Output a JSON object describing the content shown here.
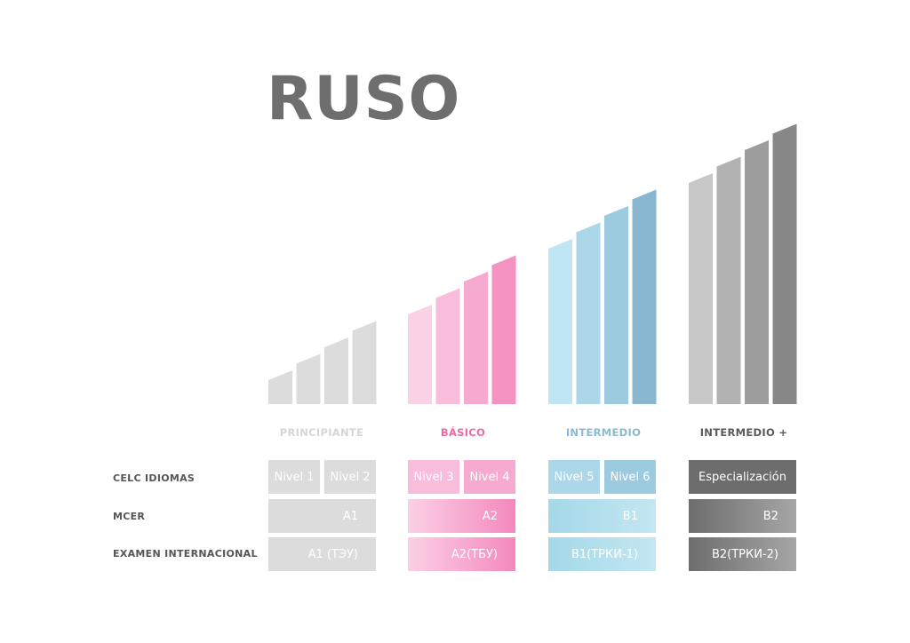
{
  "title": "RUSO",
  "title_color": "#6e6e6e",
  "row_labels": {
    "celc": "CELC IDIOMAS",
    "mcer": "MCER",
    "exam": "EXAMEN INTERNACIONAL"
  },
  "levels": [
    {
      "name": "PRINCIPIANTE",
      "label_color": "#d6d6d6",
      "bar_colors": [
        "#dcdcdc",
        "#dcdcdc",
        "#dcdcdc",
        "#dcdcdc"
      ],
      "celc": [
        "Nivel 1",
        "Nivel 2"
      ],
      "mcer": "A1",
      "exam": "A1 (ТЭУ)",
      "cell_start": "#dcdcdc",
      "cell_end": "#dcdcdc"
    },
    {
      "name": "BÁSICO",
      "label_color": "#ee6aa5",
      "bar_colors": [
        "#fad1e5",
        "#f8bddb",
        "#f6aad0",
        "#f493c2"
      ],
      "celc": [
        "Nivel 3",
        "Nivel 4"
      ],
      "mcer": "A2",
      "exam": "A2(ТБУ)",
      "cell_start": "#fbd0e5",
      "cell_end": "#f488bd"
    },
    {
      "name": "INTERMEDIO",
      "label_color": "#8cb8d2",
      "bar_colors": [
        "#bfe6f2",
        "#acd7e8",
        "#9ccbdf",
        "#8ab7d0"
      ],
      "celc": [
        "Nivel 5",
        "Nivel 6"
      ],
      "mcer": "B1",
      "exam": "B1(ТРКИ-1)",
      "cell_start": "#a5d8e8",
      "cell_end": "#c3e7f2"
    },
    {
      "name": "INTERMEDIO +",
      "label_color": "#5a5a5a",
      "bar_colors": [
        "#c7c7c7",
        "#b2b2b2",
        "#9d9d9d",
        "#878787"
      ],
      "celc": [
        "Especialización"
      ],
      "mcer": "B2",
      "exam": "B2(ТРКИ-2)",
      "cell_start": "#6d6d6d",
      "cell_end": "#a6a6a6"
    }
  ]
}
